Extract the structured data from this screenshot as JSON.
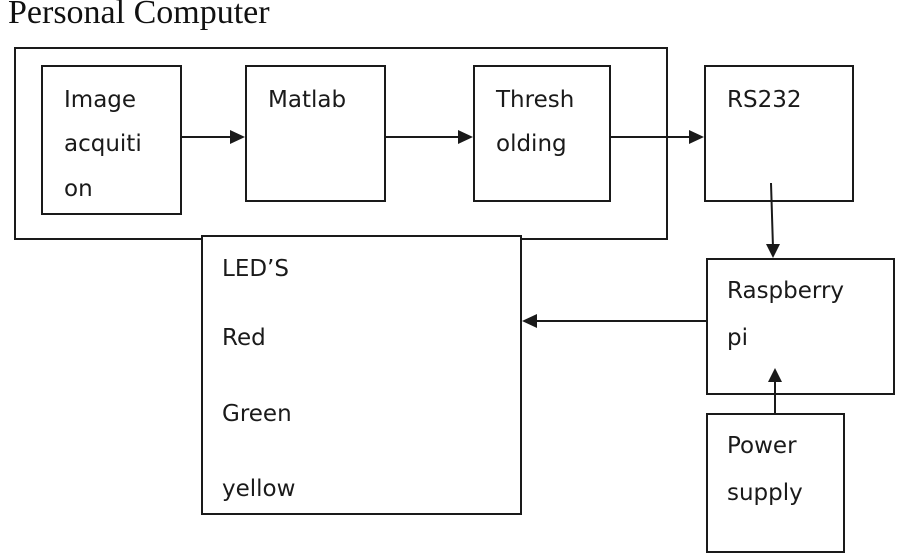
{
  "diagram": {
    "title": "Personal Computer",
    "nodes": {
      "image": {
        "lines": [
          "Image",
          "acquiti",
          "on"
        ]
      },
      "matlab": {
        "lines": [
          "Matlab"
        ]
      },
      "threshold": {
        "lines": [
          "Thresh",
          "olding"
        ]
      },
      "rs232": {
        "lines": [
          "RS232"
        ]
      },
      "raspberry": {
        "lines": [
          "Raspberry",
          "pi"
        ]
      },
      "power": {
        "lines": [
          "Power",
          "supply"
        ]
      },
      "leds": {
        "lines": [
          "LED’S",
          "Red",
          "Green",
          "yellow"
        ]
      }
    },
    "edges": [
      {
        "from": "Image acquition",
        "to": "Matlab"
      },
      {
        "from": "Matlab",
        "to": "Thresholding"
      },
      {
        "from": "Thresholding",
        "to": "RS232"
      },
      {
        "from": "RS232",
        "to": "Raspberry pi"
      },
      {
        "from": "Power supply",
        "to": "Raspberry pi"
      },
      {
        "from": "Raspberry pi",
        "to": "LED'S"
      }
    ]
  }
}
